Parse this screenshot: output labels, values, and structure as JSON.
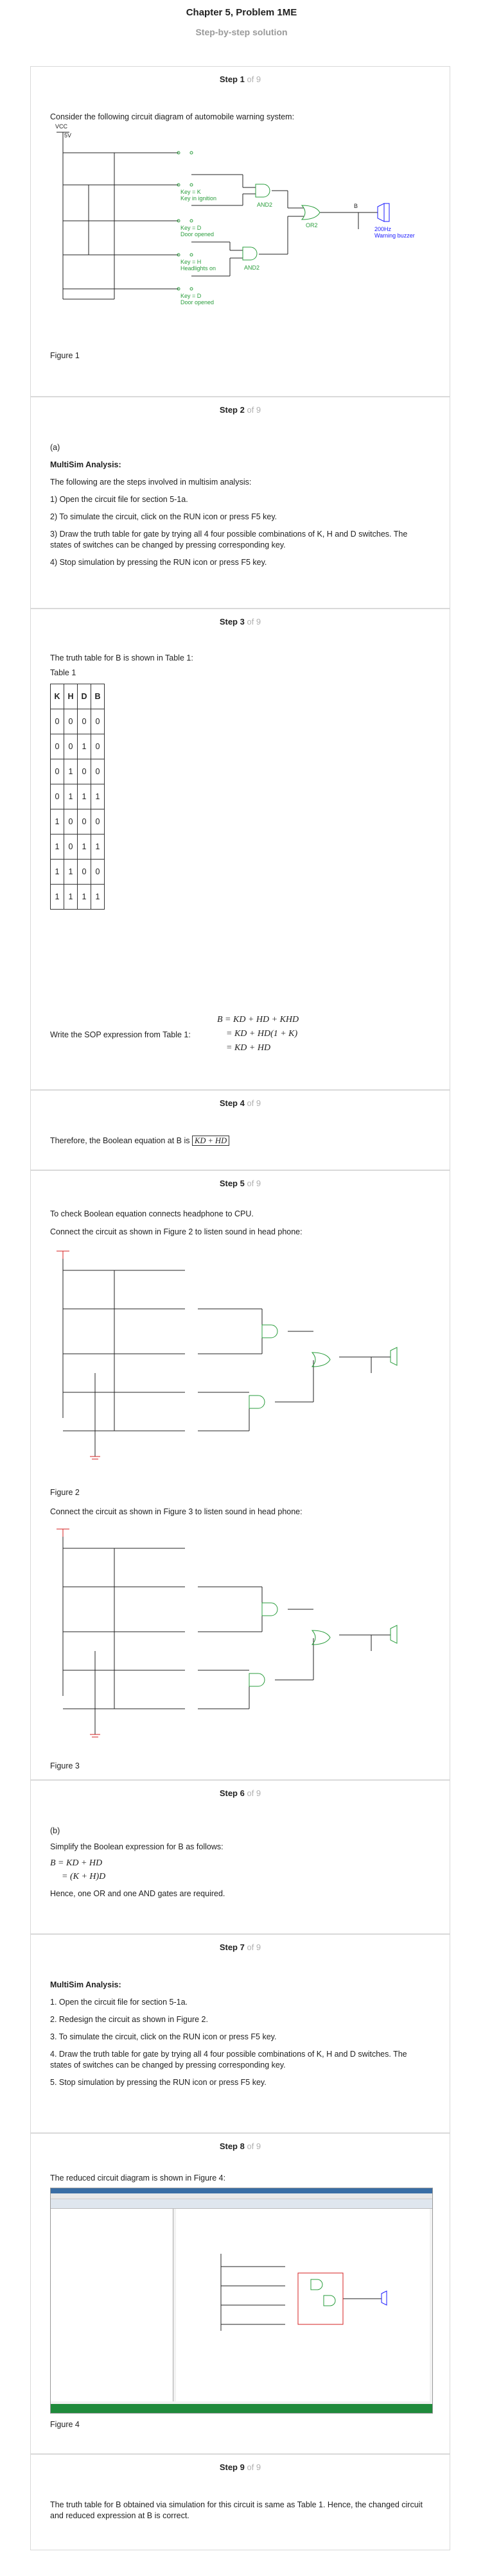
{
  "header": {
    "title": "Chapter 5, Problem 1ME",
    "subtitle": "Step-by-step solution"
  },
  "of_text": "of 9",
  "steps": [
    {
      "label": "Step 1",
      "text1": "Consider the following circuit diagram of automobile warning system:",
      "figure": "Figure 1",
      "circuit": {
        "vcc": "VCC",
        "v5": "5V",
        "k1": "Key = K",
        "k1b": "Key in ignition",
        "k2": "Key = D",
        "k2b": "Door opened",
        "k3": "Key = H",
        "k3b": "Headlights on",
        "k4": "Key = D",
        "k4b": "Door opened",
        "and1": "AND2",
        "and2": "AND2",
        "or": "OR2",
        "b": "B",
        "buzz1": "200Hz",
        "buzz2": "Warning buzzer"
      }
    },
    {
      "label": "Step 2",
      "a": "(a)",
      "head": "MultiSim Analysis:",
      "intro": "The following are the steps involved in multisim analysis:",
      "l1": "1) Open the circuit file for section 5-1a.",
      "l2": "2) To simulate the circuit, click on the RUN icon or press F5 key.",
      "l3": "3) Draw the truth table for gate by trying all 4 four possible combinations of K, H and D switches. The states of switches can be changed by pressing corresponding key.",
      "l4": "4) Stop simulation by pressing the RUN icon or press F5 key."
    },
    {
      "label": "Step 3",
      "intro": "The truth table for B is shown in Table 1:",
      "table_label": "Table 1",
      "cols": [
        "K",
        "H",
        "D",
        "B"
      ],
      "rows": [
        [
          "0",
          "0",
          "0",
          "0"
        ],
        [
          "0",
          "0",
          "1",
          "0"
        ],
        [
          "0",
          "1",
          "0",
          "0"
        ],
        [
          "0",
          "1",
          "1",
          "1"
        ],
        [
          "1",
          "0",
          "0",
          "0"
        ],
        [
          "1",
          "0",
          "1",
          "1"
        ],
        [
          "1",
          "1",
          "0",
          "0"
        ],
        [
          "1",
          "1",
          "1",
          "1"
        ]
      ],
      "sop_text": "Write the SOP expression from Table 1:",
      "eq1": "B = KD + HD + KHD",
      "eq2": "= KD + HD(1 + K)",
      "eq3": "= KD + HD"
    },
    {
      "label": "Step 4",
      "text": "Therefore, the Boolean equation at B is",
      "eq": "KD + HD"
    },
    {
      "label": "Step 5",
      "t1": "To check Boolean equation connects headphone to CPU.",
      "t2": "Connect the circuit as shown in Figure 2 to listen sound in head phone:",
      "fig2": "Figure 2",
      "t3": "Connect the circuit as shown in Figure 3 to listen sound in head phone:",
      "fig3": "Figure 3"
    },
    {
      "label": "Step 6",
      "b": "(b)",
      "t1": "Simplify the Boolean expression for B as follows:",
      "eq1": "B = KD + HD",
      "eq2": "= (K + H)D",
      "t2": "Hence, one OR and one AND gates are required."
    },
    {
      "label": "Step 7",
      "head": "MultiSim Analysis:",
      "l1": "1. Open the circuit file for section 5-1a.",
      "l2": "2. Redesign the circuit as shown in Figure 2.",
      "l3": "3. To simulate the circuit, click on the RUN icon or press F5 key.",
      "l4": "4. Draw the truth table for gate by trying all 4 four possible combinations of K, H and D switches. The states of switches can be changed by pressing corresponding key.",
      "l5": "5. Stop simulation by pressing the RUN icon or press F5 key."
    },
    {
      "label": "Step 8",
      "t1": "The reduced circuit diagram is shown in Figure 4:",
      "fig4": "Figure 4"
    },
    {
      "label": "Step 9",
      "t1": "The truth table for B obtained via simulation for this circuit is same as Table 1. Hence, the changed circuit and reduced expression at B is correct."
    }
  ],
  "colors": {
    "wire": "#222222",
    "key": "#2a9d3c",
    "gate": "#2a9d3c",
    "buzzer": "#1a1aff",
    "red": "#d62020",
    "border": "#d9d9d9"
  }
}
